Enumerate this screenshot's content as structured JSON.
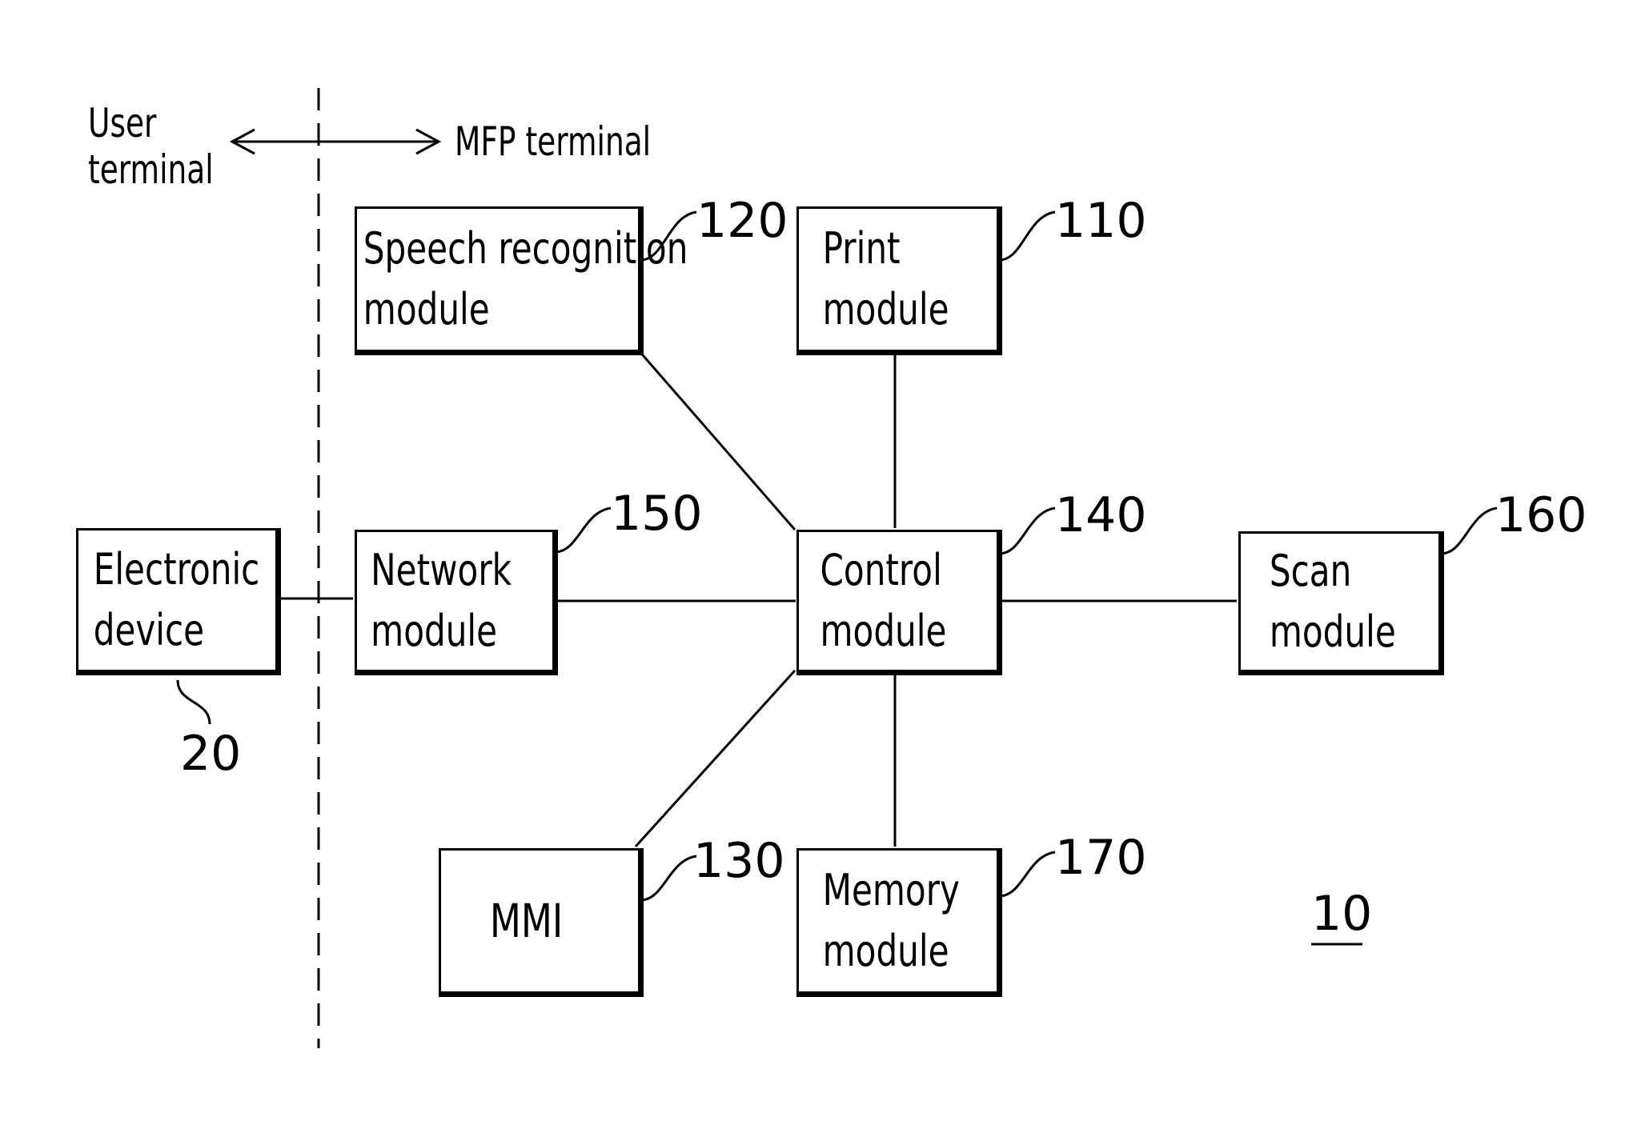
{
  "partition": {
    "left_label_line1": "User",
    "left_label_line2": "terminal",
    "right_label": "MFP  terminal"
  },
  "modules": {
    "speech": {
      "line1": "Speech  recognition",
      "line2": "module",
      "ref": "120"
    },
    "print": {
      "line1": "Print",
      "line2": "module",
      "ref": "110"
    },
    "network": {
      "line1": "Network",
      "line2": "module",
      "ref": "150"
    },
    "control": {
      "line1": "Control",
      "line2": "module",
      "ref": "140"
    },
    "scan": {
      "line1": "Scan",
      "line2": "module",
      "ref": "160"
    },
    "mmi": {
      "line1": "MMI",
      "ref": "130"
    },
    "memory": {
      "line1": "Memory",
      "line2": "module",
      "ref": "170"
    },
    "electronic": {
      "line1": "Electronic",
      "line2": "device",
      "ref": "20"
    }
  },
  "figure_ref": "10"
}
